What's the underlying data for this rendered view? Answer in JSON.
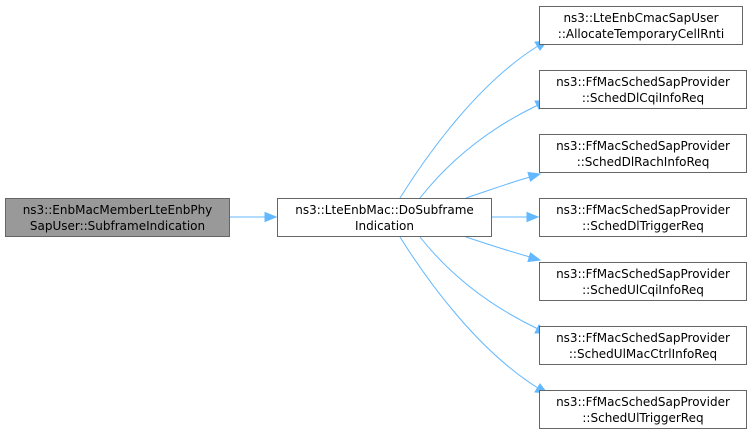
{
  "graph": {
    "edge_color": "#63b8ff",
    "root": {
      "line1": "ns3::EnbMacMemberLteEnbPhy",
      "line2": "SapUser::SubframeIndication",
      "fill": "#999999"
    },
    "mid": {
      "line1": "ns3::LteEnbMac::DoSubframe",
      "line2": "Indication"
    },
    "callees": [
      {
        "line1": "ns3::LteEnbCmacSapUser",
        "line2": "::AllocateTemporaryCellRnti"
      },
      {
        "line1": "ns3::FfMacSchedSapProvider",
        "line2": "::SchedDlCqiInfoReq"
      },
      {
        "line1": "ns3::FfMacSchedSapProvider",
        "line2": "::SchedDlRachInfoReq"
      },
      {
        "line1": "ns3::FfMacSchedSapProvider",
        "line2": "::SchedDlTriggerReq"
      },
      {
        "line1": "ns3::FfMacSchedSapProvider",
        "line2": "::SchedUlCqiInfoReq"
      },
      {
        "line1": "ns3::FfMacSchedSapProvider",
        "line2": "::SchedUlMacCtrlInfoReq"
      },
      {
        "line1": "ns3::FfMacSchedSapProvider",
        "line2": "::SchedUlTriggerReq"
      }
    ]
  }
}
